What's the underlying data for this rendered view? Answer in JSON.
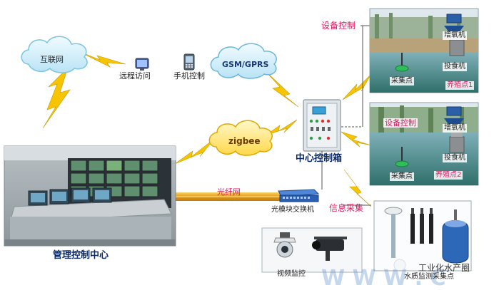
{
  "nodes": {
    "internet": "互联网",
    "remote_access": "远程访问",
    "mobile_control": "手机控制",
    "gsm": "GSM/GPRS",
    "zigbee": "zigbee",
    "center_box": "中心控制箱",
    "fiber": "光纤网",
    "switch": "光模块交换机",
    "video": "视频监控",
    "water_quality": "水质监测采集点",
    "management": "管理控制中心",
    "info_collect": "信息采集",
    "device_control_top": "设备控制",
    "device_control_mid": "设备控制"
  },
  "farm1": {
    "aerator": "增氧机",
    "feeder": "投食机",
    "collector": "采集点",
    "point": "养殖点1"
  },
  "farm2": {
    "aerator": "增氧机",
    "feeder": "投食机",
    "collector": "采集点",
    "point": "养殖点2"
  },
  "watermark": "工业化水产圈",
  "colors": {
    "lightning": "#f6c400",
    "fiber": "#e8a21a",
    "cloud": "#d9f1fb",
    "label_red": "#d81b60",
    "title_navy": "#0b2a66"
  }
}
